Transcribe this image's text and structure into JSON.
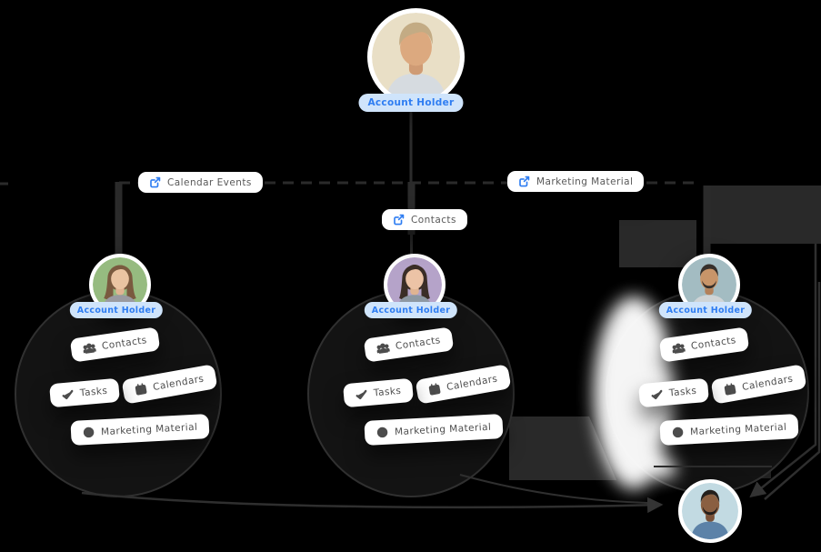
{
  "colors": {
    "accent_blue": "#2e7df2",
    "badge_bg": "#cfe4fb",
    "pill_bg": "#ffffff",
    "pill_text": "#4d4d4d",
    "connector_line": "#2b2b2b",
    "background": "#000000"
  },
  "root_account": {
    "badge_label": "Account Holder",
    "avatar_bg": "#e9dfc6"
  },
  "share_pills": {
    "calendar_events": "Calendar Events",
    "contacts": "Contacts",
    "marketing_material": "Marketing Material"
  },
  "accounts": [
    {
      "badge_label": "Account Holder",
      "avatar_bg": "#96bb80",
      "permissions": {
        "contacts": "Contacts",
        "calendars": "Calendars",
        "tasks": "Tasks",
        "marketing_material": "Marketing Material"
      }
    },
    {
      "badge_label": "Account Holder",
      "avatar_bg": "#b5a3c9",
      "permissions": {
        "contacts": "Contacts",
        "calendars": "Calendars",
        "tasks": "Tasks",
        "marketing_material": "Marketing Material"
      }
    },
    {
      "badge_label": "Account Holder",
      "avatar_bg": "#a3bcc2",
      "permissions": {
        "contacts": "Contacts",
        "calendars": "Calendars",
        "tasks": "Tasks",
        "marketing_material": "Marketing Material"
      }
    }
  ],
  "team_member": {
    "avatar_bg": "#c2dae2"
  }
}
